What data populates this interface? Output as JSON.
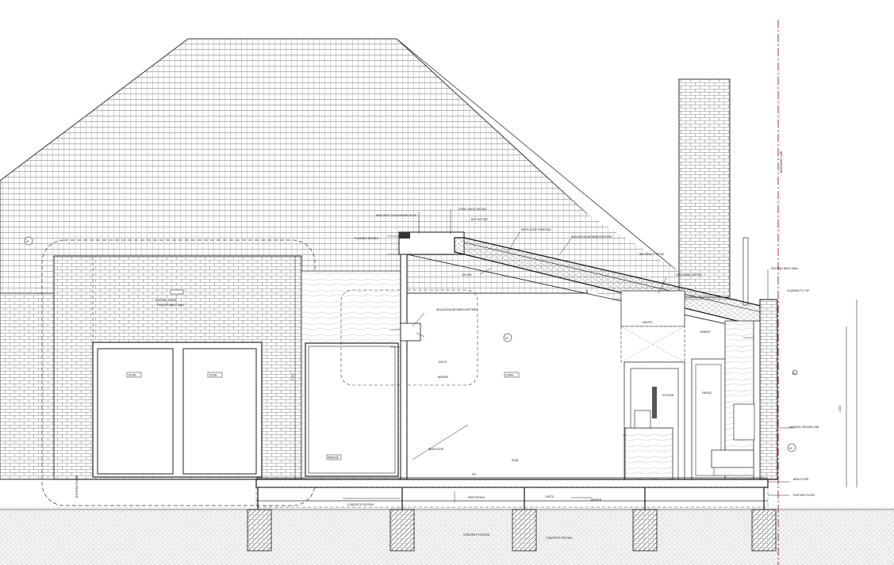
{
  "labels": {
    "boundary_line": "BOUNDARY LINE",
    "roof_flashing": "NEW DECK TO BOUNDARY ROOF",
    "steel_lintel": "STEEL LINTEL DETAILS",
    "gutter": "BOX GUTTER",
    "ridge_flashing": "FLASHING DETAILS",
    "roof_sheeting": "METAL ROOF SHEETING",
    "insulation": "INSULATION BETWEEN RAFTERS",
    "rafters": "RAFTERS TO DETAIL",
    "ceiling": "CEILING",
    "fascia": "FASCIA AND GUTTER",
    "existing_brick": "EXISTING BRICK WALL",
    "flashing_top": "FLASHING TO TOP",
    "door_1": "DOOR",
    "door_2": "DOOR",
    "window": "WINDOW",
    "joinery": "JOINERY",
    "living": "LIVING",
    "kitchen": "KITCHEN",
    "pantry": "PANTRY",
    "fridge": "FRIDGE",
    "existing_house": "EXISTING HOUSE",
    "floor_level": "FFL",
    "slab": "SLAB",
    "concrete_footing": "CONCRETE FOOTING",
    "pier_detail": "PIER DETAILS",
    "joists": "JOISTS",
    "bearer": "BEARER",
    "new_floor": "NEW FLOOR",
    "existing_floor": "EXISTING FLOOR",
    "ground_line": "NATURAL GROUND LINE",
    "height_left": "2.400",
    "height_right": "2.400",
    "callout_a": "01",
    "callout_b": "02",
    "callout_c": "03",
    "callout_d": "04"
  }
}
